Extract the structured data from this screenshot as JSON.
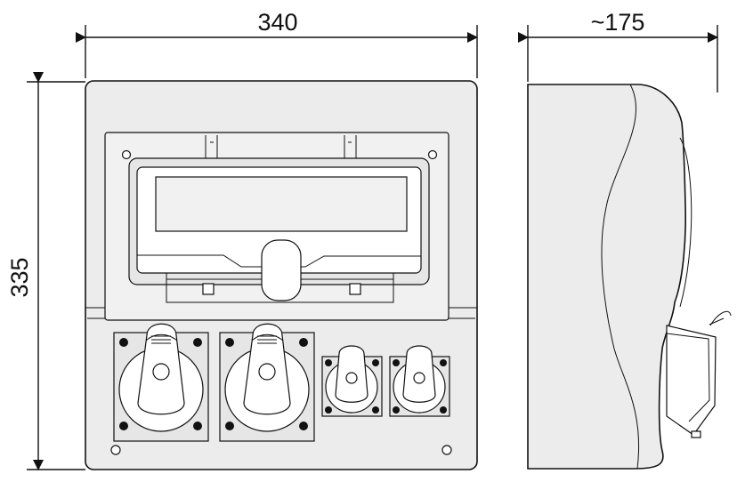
{
  "dimensions": {
    "width_label": "340",
    "depth_label": "~175",
    "height_label": "335"
  },
  "views": {
    "front": {
      "large_sockets": 2,
      "small_sockets": 2
    },
    "side": {
      "angled_socket": true
    }
  },
  "colors": {
    "housing": "#ececec",
    "line": "#111111",
    "background": "#ffffff"
  }
}
